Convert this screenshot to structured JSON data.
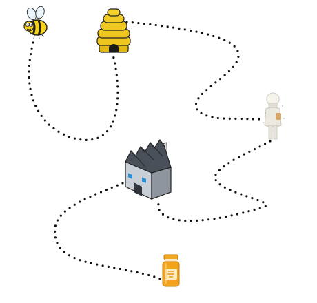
{
  "diagram": {
    "type": "honey-supply-chain-flow",
    "nodes": [
      {
        "id": "bee",
        "icon": "bee-icon"
      },
      {
        "id": "beehive",
        "icon": "beehive-icon"
      },
      {
        "id": "beekeeper",
        "icon": "beekeeper-icon"
      },
      {
        "id": "factory",
        "icon": "factory-icon"
      },
      {
        "id": "honey-jar",
        "icon": "honey-jar-icon"
      }
    ],
    "connections": [
      {
        "from": "bee",
        "to": "beehive",
        "style": "dotted"
      },
      {
        "from": "beehive",
        "to": "beekeeper",
        "style": "dotted"
      },
      {
        "from": "beekeeper",
        "to": "factory",
        "style": "dotted"
      },
      {
        "from": "factory",
        "to": "honey-jar",
        "style": "dotted"
      }
    ],
    "colors": {
      "path": "#111111",
      "honey": "#f2a21c",
      "hive": "#e8c220",
      "bee_yellow": "#f7d31a",
      "factory_roof": "#4a5059",
      "factory_wall": "#c9cfd6"
    }
  }
}
